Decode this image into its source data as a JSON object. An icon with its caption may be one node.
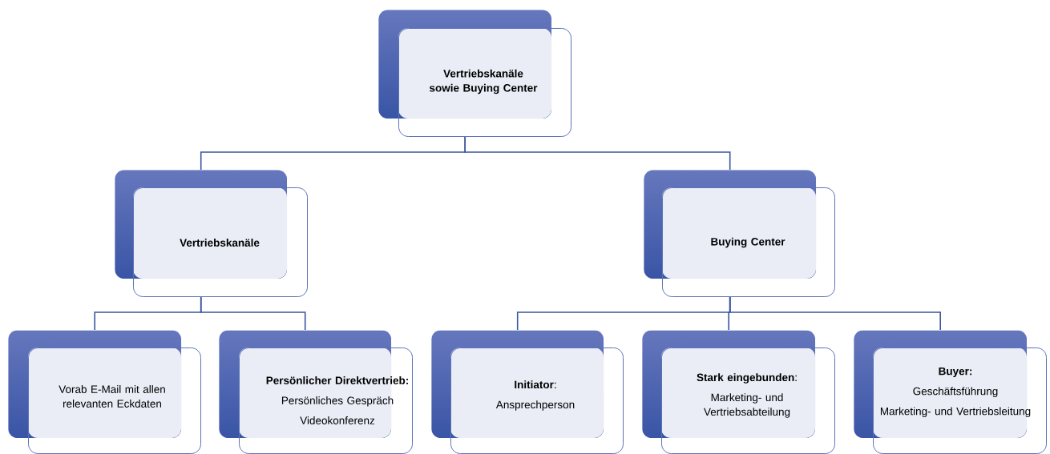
{
  "diagram": {
    "nodes": [
      {
        "text": [
          "Vertriebskanäle sowie Buying Center"
        ]
      },
      {
        "text": [
          "Vertriebskanäle"
        ]
      },
      {
        "text": [
          "Buying Center"
        ]
      },
      {
        "text": [
          "Vorab E-Mail mit allen relevanten Eckdaten"
        ]
      },
      {
        "text": [
          "Persönlicher Direktvertrieb:",
          "Persönliches Gespräch",
          "Videokonferenz"
        ]
      },
      {
        "text": [
          "**Initiator**:",
          "Ansprechperson"
        ]
      },
      {
        "text": [
          "**Stark eingebunden**:",
          "Marketing- und Vertriebsabteilung"
        ]
      },
      {
        "text": [
          "Buyer:",
          "Geschäftsführung",
          "Marketing- und Vertriebsleitung"
        ]
      }
    ],
    "edges": [
      {
        "from": 0,
        "to": 1,
        "arrow": "none"
      },
      {
        "from": 0,
        "to": 2,
        "arrow": "none"
      },
      {
        "from": 1,
        "to": 3,
        "arrow": "none"
      },
      {
        "from": 1,
        "to": 4,
        "arrow": "none"
      },
      {
        "from": 2,
        "to": 5,
        "arrow": "none"
      },
      {
        "from": 2,
        "to": 6,
        "arrow": "none"
      },
      {
        "from": 2,
        "to": 7,
        "arrow": "none"
      }
    ]
  }
}
